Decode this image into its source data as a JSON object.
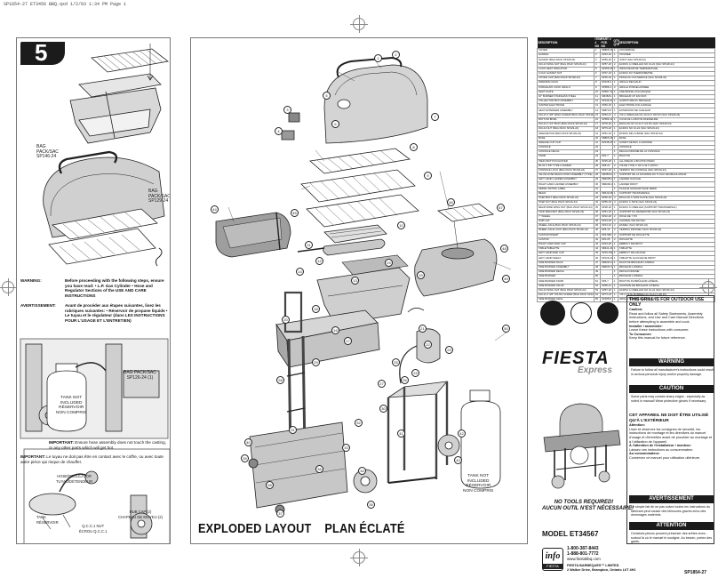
{
  "slug": "SP1854-27 ET3456 BBQ.qxd 1/2/03 1:34 PM Page 1",
  "step": {
    "number": "5"
  },
  "left_panel": {
    "labels": {
      "bag1": "BAG\nPACK/SAC\nSP146-24",
      "bag2": "BAG\nPACK/SAC\nSP129-24",
      "bag3": "BAG PACK/SAC\nSP126-24 (1)",
      "tank": "TANK NOT\nINCLUDED\nRÉSERVOIR\nNON COMPRIS",
      "hose": "HOSE/REGULATOR\nTUYAU/DÉTENDEUR",
      "valve_tank": "TANK\nRÉSERVOIR",
      "nut": "Q.C.C.1 NUT\nÉCROU Q.C.C.1",
      "hub": "HUB CAP (2)\nCHAPEAU DE MOYEU (2)"
    },
    "warning_label": "WARNING:",
    "warning_text": "Before proceeding with the following steps, ensure you have read: • L.P. Gas Cylinder • Hose and Regulator Sections of the USE AND CARE INSTRUCTIONS",
    "avert_label": "AVERTISSEMENT:",
    "avert_text": "Avant de procéder aux étapes suivantes, lisez les rubriques suivantes: • Réservoir de propane liquide • Le tuyau et le régulateur (dans LES INSTRUCTIONS POUR L'USAGE ET L'ENTRETIEN)",
    "important_label": "IMPORTANT:",
    "important_text": "Ensure hose assembly does not touch the casting, or any other parts which will get hot.",
    "important_fr_label": "IMPORTANT:",
    "important_fr_text": "Le tuyau ne doit pas être en contact avec le coffre, ou avec toute autre pièce qui risque de chauffer."
  },
  "center_panel": {
    "title": "EXPLODED LAYOUT    PLAN ÉCLATÉ",
    "tank_label": "TANK NOT\nINCLUDED\nRÉSERVOIR\nNON COMPRIS",
    "callouts": [
      "1",
      "2",
      "3",
      "4",
      "5",
      "6",
      "7",
      "8",
      "9",
      "10",
      "11",
      "12",
      "13",
      "14",
      "15",
      "16",
      "17",
      "18",
      "19",
      "20",
      "21",
      "22",
      "23",
      "24",
      "25",
      "26",
      "27",
      "28",
      "29",
      "30",
      "31",
      "32",
      "33",
      "34",
      "35",
      "36",
      "37",
      "38",
      "39",
      "40",
      "41",
      "42",
      "43",
      "44",
      "45",
      "46",
      "47",
      "48",
      "49",
      "50"
    ]
  },
  "parts_table": {
    "headers": [
      "DESCRIPTION",
      "ITEM # NO",
      "PART # PCE. NO",
      "QTY QTÉ",
      "DESCRIPTION"
    ],
    "rows": [
      [
        "COVER",
        "1",
        "SB865-18",
        "1",
        "COUVERCLE"
      ],
      [
        "HANDLE",
        "2",
        "SP40-18",
        "1",
        "POIGNÉE"
      ],
      [
        "GASKET (BAG PACK SP128-24)",
        "3",
        "SP56-18",
        "1",
        "JOINT (SAC SP128-24)"
      ],
      [
        "#10-24 WING NUT (BAG PACK SP128-24)",
        "4",
        "SP57-18",
        "2",
        "ÉCROU À OREILLES NO 10-24 (SAC SP128-24)"
      ],
      [
        "LOGO HEAT INDICATOR",
        "5",
        "SP256-28",
        "1",
        "INDICATEUR DE TEMPÉRATURE"
      ],
      [
        "LOGO GASKET NUT",
        "6",
        "SP37-18",
        "1",
        "ÉCROU DU THERMOMÈTRE"
      ],
      [
        "COVER CLIP (BAG PACK SP128-24)",
        "7",
        "SP36-18",
        "1",
        "PINCE DU COUVERCLE (SAC SP128-24)"
      ],
      [
        "WARMING RACK",
        "8",
        "SP228-3",
        "1",
        "GRILLE RÉCHAUD"
      ],
      [
        "PORCELAIN COOK GRILLS",
        "9",
        "SP586-4",
        "2",
        "GRILLE PORCELAINISÉE"
      ],
      [
        "HEAT PLATE",
        "10",
        "SP587-11",
        "1",
        "UNE BASSE VOLCANIQUE"
      ],
      [
        "16\" BURNER STAINLESS STEEL",
        "11",
        "SM3526-18",
        "1",
        "BRÛLEUR 16\" EN INOX"
      ],
      [
        "COLLECTOR BOX ASSEMBLY",
        "12",
        "SP246-24",
        "1",
        "GARNITURE DU BRÛLEUR"
      ],
      [
        "IGNITER ELECTRODE",
        "13",
        "SP60-18",
        "1",
        "ÉLECTRODE D'ALLUMAGE"
      ],
      [
        "HEAT EXTENDER ASSEMBLY",
        "14",
        "SB873-8",
        "1",
        "EXTENSION DE CHALEUR"
      ],
      [
        "#10-24 X 3/8\" WING SCREW (BAG PACK SP128-24)",
        "15",
        "SP60-21",
        "4",
        "VIS À OREILLES NO 10-24 X 3/8 PO (SAC SP128-24)"
      ],
      [
        "BOTTOM BOWL",
        "16",
        "SP586-11",
        "1",
        "CUVE DE LA BOITE INFÉRIEURE"
      ],
      [
        "#10-24 X 3/4\" BOLT (BAG PACK SP129-24)",
        "17",
        "SP78-18",
        "1",
        "BOULON NO 10-24 X 3/4 PO (SAC SP129-24)"
      ],
      [
        "#10-24 NUT (BAG PACK SP129-24)",
        "18",
        "SP79-18",
        "1",
        "ÉCROU NO 10-24 (SAC SP129-24)"
      ],
      [
        "GREASE PAN (BAG PACK SP129-24)",
        "19",
        "SP51-18",
        "1",
        "ÉCROU DE LA BASE (SAC SP129-24)"
      ],
      [
        "BASE",
        "20",
        "SB865-28",
        "1",
        "BASE"
      ],
      [
        "GREASE CUP CLIP",
        "21",
        "SP238-28",
        "1",
        "GODET DE BAC À GRAISSE"
      ],
      [
        "CONSOLE",
        "22",
        "",
        "1",
        "CONSOLE"
      ],
      [
        "CONSOLE DECAL",
        "23",
        "",
        "1",
        "DÉCALCOMANIE DE LA CONSOLE"
      ],
      [
        "KNOB",
        "24",
        "SP2-7",
        "1",
        "BOUTON"
      ],
      [
        "PIEZO BUTTON IGNITER",
        "25",
        "SP35-28",
        "1",
        "ALLUMEUR À BOUTON PIEZO"
      ],
      [
        "#6-32 X 3/8\" TYPE A SCREW",
        "26",
        "SP8-21",
        "2",
        "VIS DE TYPE C NO 6-32 X 3/8 PO"
      ],
      [
        "CONSOLE LOCK (BAG PACK SP129-24)",
        "27",
        "SP47-18",
        "1",
        "VERROU DE CONSOLE (SAC SP129-24)"
      ],
      [
        "VALVE HOSE REGULATOR ASSEMBLY (TYPE)",
        "28",
        "SM5534-8",
        "1",
        "SUPPORT DE LA SOUPAPE DU TUYAU DE RÉGULATEUR"
      ],
      [
        "LEFT HAND LADDER ASSEMBLY",
        "29",
        "SB4005-028",
        "1",
        "LADDER GAUCHE"
      ],
      [
        "RIGHT HAND LADDER ASSEMBLY",
        "30",
        "SB4006-028",
        "1",
        "LADDER DROIT"
      ],
      [
        "SERIAL RATING LABEL",
        "31",
        "",
        "1",
        "PLAQUE SIGNALÉTIQUE SÉRIE"
      ],
      [
        "BEAM",
        "32",
        "SB449-08",
        "1",
        "SUPPORT TRANSVERSAL"
      ],
      [
        "STEP BOLT (BAG PACK SP126-24)",
        "33",
        "SP50-18",
        "4",
        "BOULON À TÊTE PLATE (SAC SP126-24)"
      ],
      [
        "STEP NUT (BAG PACK SP126-24)",
        "34",
        "SP56-18",
        "4",
        "ÉCROU À TÊTE (SAC SP126-24)"
      ],
      [
        "REAR WIRE WING NUT (BAG PACK SP126-24)",
        "35",
        "SP28-18",
        "1",
        "ÉCROU À OREILLES (SUPPORT TRANSVERSAL)"
      ],
      [
        "TANK BRACKET (BAG PACK SP126-24)",
        "36",
        "SP61-18",
        "1",
        "SUPPORT DU RÉSERVOIR (SAC SP126-24)"
      ],
      [
        "7\" WHEEL",
        "37",
        "SP22-28",
        "2",
        "ROUE DE 7 PO"
      ],
      [
        "HUB CAP",
        "38",
        "SP23-28",
        "2",
        "CHAPEAU DE MOYEU"
      ],
      [
        "WHEEL AXLE (BAG PACK SP126-24)",
        "39",
        "SP13-32",
        "2",
        "ESSIEU (SAC SP126-24)"
      ],
      [
        "WHEEL AXLE LOCK (BAG PACK SP126-24)",
        "40",
        "SP6-12",
        "2",
        "VERROU D'ESSIEU (SAC SP126-24)"
      ],
      [
        "CASTOR INSERT",
        "41",
        "SP6-558",
        "2",
        "SUPPORT DE ROULETTE"
      ],
      [
        "CASTOR",
        "42",
        "SP3-25",
        "2",
        "ROULETTE"
      ],
      [
        "RIGHT HAND END CAP",
        "43",
        "SP23-28",
        "1",
        "EMBOUT DE DROIT"
      ],
      [
        "TABLE/TABLETTE",
        "44",
        "SB441-41",
        "1",
        "TABLETTE"
      ],
      [
        "LEFT HAND END CAP",
        "45",
        "SP19-SSP",
        "1",
        "EMBOUT DE GAUCHE"
      ],
      [
        "LEFT HAND SHELF",
        "46",
        "SP126-24",
        "1",
        "TABLETTE GAUCHE DE DROIT"
      ],
      [
        "SIDE BURNER RACK",
        "47",
        "SB4015-28",
        "1",
        "RACK DE BRÛLEUR LATÉRAL"
      ],
      [
        "SIDE BURNER ASSEMBLY",
        "48",
        "SB4007-08",
        "1",
        "BRÛLEUR LATÉRAL"
      ],
      [
        "SIDE BURNER DECAL",
        "49",
        "",
        "1",
        "DÉCALCOMANIE"
      ],
      [
        "SIDE BURNER",
        "50",
        "",
        "1",
        "BRÛLEUR LATÉRAL"
      ],
      [
        "SIDE BURNER KNOB",
        "51",
        "SP6-7",
        "1",
        "BOUTON DU BRÛLEUR LATÉRAL"
      ],
      [
        "SIDE BURNER VALVE",
        "52",
        "SP95-12",
        "1",
        "SOUPAPE DE BRÛLEUR LATÉRAL"
      ],
      [
        "#10-24 WING NUT (BAG PACK SP126-24)",
        "53",
        "SP57-18",
        "1",
        "ÉCROU À OREILLES NO 10-24 (SAC SP126-24)"
      ],
      [
        "#10-24 X 3/8\" TRUSS SCREW (BAG PACK SP126-24)",
        "54",
        "SP73-18",
        "1",
        "VIS À TÊTE BOMBÉE NO 10-24 X 3/8 PO"
      ],
      [
        "SIDE BURNER GRILL",
        "55",
        "SP185-8",
        "1",
        "GRILLE DU BRÛLEUR LATÉRAL"
      ]
    ]
  },
  "brand": {
    "name": "FIESTA",
    "sub": "Express"
  },
  "info": {
    "outdoor_title": "THIS GRILL IS FOR OUTDOOR USE ONLY",
    "caution_title": "Caution:",
    "caution_text": "Read and follow all Safety Statements, Assembly Instructions, and Use and Care Manual Directions before attempting to assemble and cook.",
    "installer_title": "Installer / assembler:",
    "installer_text": "Leave these instructions with consumer.",
    "consumer_title": "To Consumer:",
    "consumer_text": "Keep this manual for future reference.",
    "warning_bar": "WARNING",
    "warning_bullet": "Failure to follow all manufacturer's instructions could result in serious personal injury and/or property damage.",
    "caution_bar": "CAUTION",
    "caution_bullet": "Some parts may contain sharp edges - especially as noted in manual! Wear protective gloves if necessary.",
    "fr_title": "CET APPAREIL NE DOIT ÊTRE UTILISÉ QU'À L'EXTÉRIEUR",
    "fr_attention_title": "Attention:",
    "fr_attention_text": "Lisez et observez les consignes de sécurité, les instructions de montage et les directives du manuel d'usage et d'entretien avant de procéder au montage et à l'utilisation de l'appareil.",
    "fr_installer_title": "À l'attention de l'installateur / monteur:",
    "fr_installer_text": "Laissez ces instructions au consommateur.",
    "fr_consumer_title": "Au consommateur:",
    "fr_consumer_text": "Conservez ce manuel pour utilisation ultérieure.",
    "avert_bar": "AVERTISSEMENT",
    "avert_bullet": "Le simple fait de ne pas suivre toutes les instructions du fabricant peut causer des blessures graves et/ou des dommages matériels.",
    "attention_bar": "ATTENTION",
    "attention_bullet": "Certaines pièces peuvent présenter des arêtes vives - surtout là où le manuel le souligne. Au besoin, portez des gants."
  },
  "notools": "NO TOOLS REQUIRED!\nAUCUN OUTIL N'EST NÉCESSAIRE!",
  "model": "MODEL ET34567",
  "phones": "1-800-387-8443\n1-888-801-7772",
  "web": "www.fiestabbq.com",
  "company": "FIESTA BARBEQUES™ LIMITED\n2 Walker Drive, Brampton, Ontario L6T 4H1",
  "info_logo": {
    "word": "info",
    "sub": "FIESTA"
  },
  "code": "SP1854-27",
  "colors": {
    "ink": "#111111",
    "bar": "#1b1b1b",
    "accent_gray": "#8c8c8c"
  }
}
